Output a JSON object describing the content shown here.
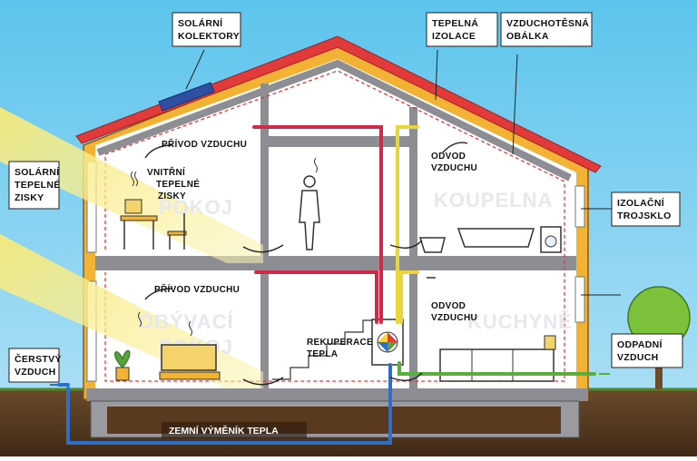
{
  "labels": {
    "solar_collectors_1": "SOLÁRNÍ",
    "solar_collectors_2": "KOLEKTORY",
    "thermal_insulation_1": "TEPELNÁ",
    "thermal_insulation_2": "IZOLACE",
    "airtight_1": "VZDUCHOTĚSNÁ",
    "airtight_2": "OBÁLKA",
    "triple_glazing_1": "IZOLAČNÍ",
    "triple_glazing_2": "TROJSKLO",
    "exhaust_air_1": "ODPADNÍ",
    "exhaust_air_2": "VZDUCH",
    "solar_gains_1": "SOLÁRNÍ",
    "solar_gains_2": "TEPELNÉ",
    "solar_gains_3": "ZISKY",
    "fresh_air_1": "ČERSTVÝ",
    "fresh_air_2": "VZDUCH",
    "supply_air": "PŘÍVOD VZDUCHU",
    "internal_gains_1": "VNITŘNÍ",
    "internal_gains_2": "TEPELNÉ",
    "internal_gains_3": "ZISKY",
    "extract_air_1": "ODVOD",
    "extract_air_2": "VZDUCHU",
    "heat_recovery_1": "REKUPERACE",
    "heat_recovery_2": "TEPLA",
    "ground_heat_exchanger": "ZEMNÍ VÝMĚNÍK TEPLA"
  },
  "rooms": {
    "pokoj": "POKOJ",
    "koupelna": "KOUPELNA",
    "obyvaci": "OBÝVACÍ",
    "pokoj_lower": "POKOJ",
    "kuchyne": "KUCHYNĚ"
  },
  "colors": {
    "supply_duct": "#d02a4a",
    "extract_duct": "#e8d63a",
    "exhaust_duct": "#58b03c",
    "fresh_air_duct": "#2d6fc9",
    "insulation": "#f2b233",
    "roof": "#e03a3a"
  }
}
